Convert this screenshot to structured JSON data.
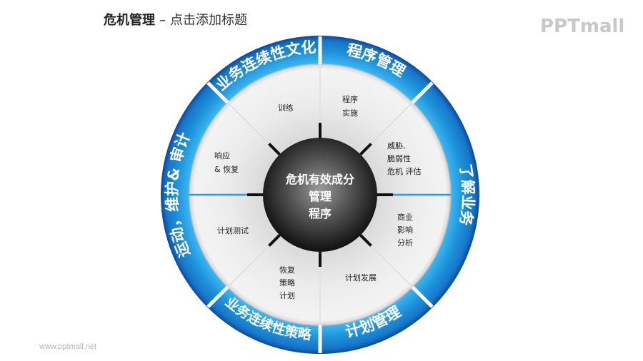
{
  "header": {
    "title_bold": "危机管理",
    "separator": "–",
    "title_rest": "点击添加标题"
  },
  "logo": {
    "text": "PPTmall"
  },
  "footer": {
    "url": "www.pptmall.net"
  },
  "colors": {
    "ring_blue": "#1a8fd8",
    "ring_blue_dark": "#0f5fb8",
    "ring_blue_light": "#34b3f0",
    "disk_grey": "#e9e9e9",
    "center_dark": "#2a2a2a",
    "center_highlight": "#8a8a8a"
  },
  "center": {
    "line1": "危机有效成分",
    "line2": "管理",
    "line3": "程序"
  },
  "ring_segments": [
    {
      "label": "业务连续性文化",
      "position": "top-left"
    },
    {
      "label": "程序管理",
      "position": "top-right"
    },
    {
      "label": "了解业务",
      "position": "right"
    },
    {
      "label": "计划管理",
      "position": "bottom-right"
    },
    {
      "label": "业务连续性策略",
      "position": "bottom-left"
    },
    {
      "label": "运动，维护& 审计",
      "position": "left"
    }
  ],
  "inner_segments": [
    {
      "lines": [
        "训练"
      ]
    },
    {
      "lines": [
        "程序",
        "实施"
      ]
    },
    {
      "lines": [
        "威胁,",
        "脆弱性",
        "危机 评估"
      ]
    },
    {
      "lines": [
        "商业",
        "影响",
        "分析"
      ]
    },
    {
      "lines": [
        "计划发展"
      ]
    },
    {
      "lines": [
        "恢复",
        "策略",
        "计划"
      ]
    },
    {
      "lines": [
        "计划测试"
      ]
    },
    {
      "lines": [
        "响应",
        "& 恢复"
      ]
    }
  ]
}
